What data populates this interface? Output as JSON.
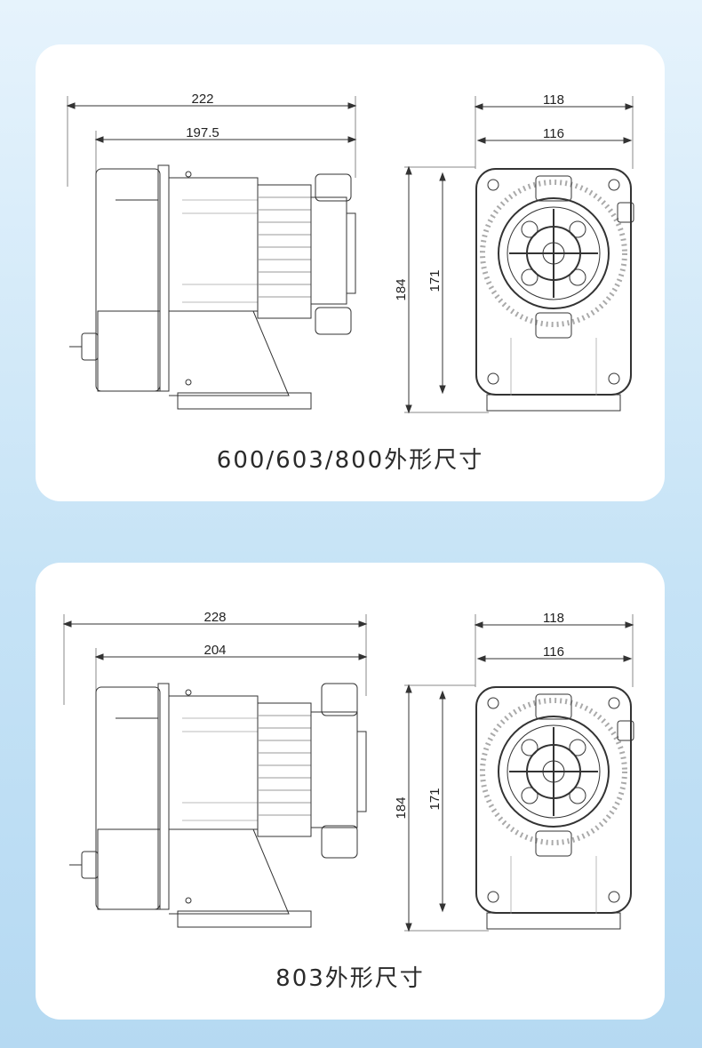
{
  "cards": [
    {
      "caption": "600/603/800外形尺寸",
      "side_view": {
        "overall_length": "222",
        "body_length": "197.5"
      },
      "front_view": {
        "outer_width": "118",
        "inner_width": "116",
        "outer_height": "184",
        "inner_height": "171"
      }
    },
    {
      "caption": "803外形尺寸",
      "side_view": {
        "overall_length": "228",
        "body_length": "204"
      },
      "front_view": {
        "outer_width": "118",
        "inner_width": "116",
        "outer_height": "184",
        "inner_height": "171"
      }
    }
  ],
  "colors": {
    "line": "#333333",
    "caption_highlight": "#f6c8d4",
    "card": "#ffffff"
  }
}
